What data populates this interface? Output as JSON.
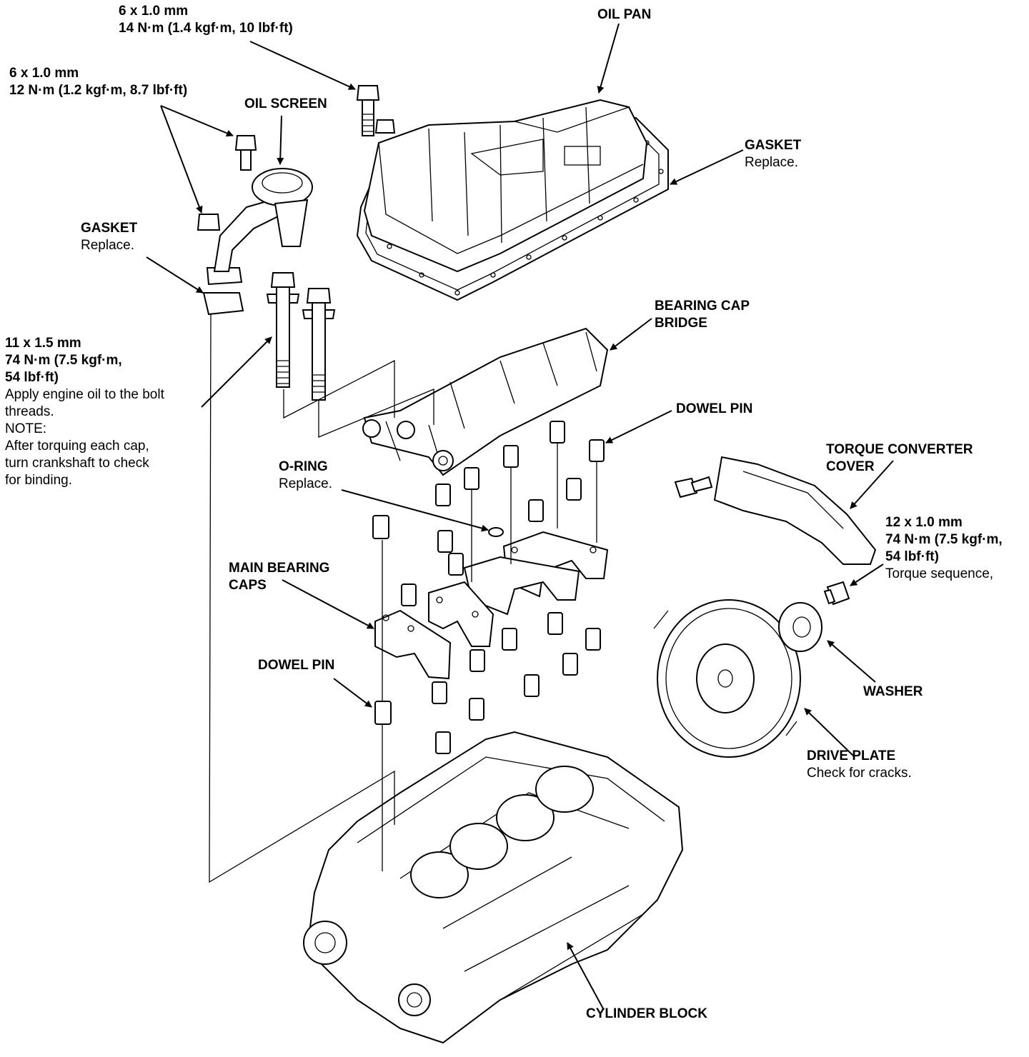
{
  "labels": {
    "oil_pan_bolt": {
      "size": "6 x 1.0 mm",
      "torque": "14 N·m (1.4 kgf·m, 10 lbf·ft)"
    },
    "oil_screen_bolt": {
      "size": "6 x 1.0 mm",
      "torque": "12 N·m (1.2 kgf·m, 8.7 lbf·ft)"
    },
    "oil_screen": "OIL SCREEN",
    "oil_pan": "OIL PAN",
    "pan_gasket": {
      "name": "GASKET",
      "note": "Replace."
    },
    "screen_gasket": {
      "name": "GASKET",
      "note": "Replace."
    },
    "cap_bolt": {
      "size": "11 x 1.5 mm",
      "torque1": "74 N·m (7.5 kgf·m,",
      "torque2": "54 lbf·ft)",
      "note1": "Apply engine oil to the bolt",
      "note2": "threads.",
      "note3": "NOTE:",
      "note4": "After torquing each cap,",
      "note5": "turn crankshaft to check",
      "note6": "for binding."
    },
    "bearing_cap_bridge": {
      "line1": "BEARING CAP",
      "line2": "BRIDGE"
    },
    "dowel_pin_upper": "DOWEL PIN",
    "o_ring": {
      "name": "O-RING",
      "note": "Replace."
    },
    "torque_converter_cover": {
      "line1": "TORQUE CONVERTER",
      "line2": "COVER"
    },
    "drive_plate_bolt": {
      "size": "12 x 1.0 mm",
      "torque1": "74 N·m (7.5 kgf·m,",
      "torque2": "54 lbf·ft)",
      "note": "Torque sequence,"
    },
    "main_bearing_caps": {
      "line1": "MAIN BEARING",
      "line2": "CAPS"
    },
    "dowel_pin_lower": "DOWEL PIN",
    "washer": "WASHER",
    "drive_plate": {
      "name": "DRIVE PLATE",
      "note": "Check for cracks."
    },
    "cylinder_block": "CYLINDER BLOCK"
  }
}
